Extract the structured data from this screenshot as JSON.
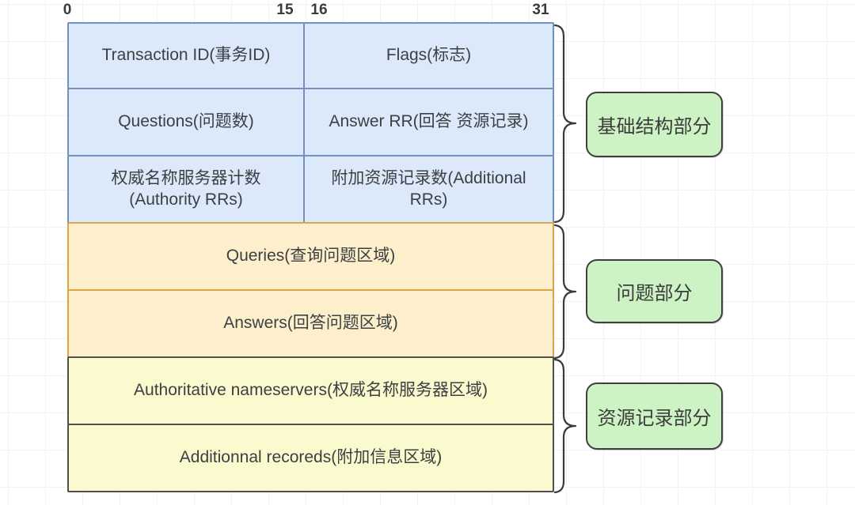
{
  "diagram": {
    "title_semantic": "DNS message structure diagram",
    "bit_labels": [
      "0",
      "15",
      "16",
      "31"
    ],
    "rows": [
      {
        "cells": [
          "Transaction ID(事务ID)",
          "Flags(标志)"
        ]
      },
      {
        "cells": [
          "Questions(问题数)",
          "Answer RR(回答 资源记录)"
        ]
      },
      {
        "cells": [
          "权威名称服务器计数 (Authority RRs)",
          "附加资源记录数(Additional RRs)"
        ]
      },
      {
        "cells": [
          "Queries(查询问题区域)"
        ]
      },
      {
        "cells": [
          "Answers(回答问题区域)"
        ]
      },
      {
        "cells": [
          "Authoritative nameservers(权威名称服务器区域)"
        ]
      },
      {
        "cells": [
          "Additionnal recoreds(附加信息区域)"
        ]
      }
    ],
    "sections": [
      {
        "id": "base",
        "label": "基础结构部分",
        "rows": [
          0,
          1,
          2
        ]
      },
      {
        "id": "question",
        "label": "问题部分",
        "rows": [
          3,
          4
        ]
      },
      {
        "id": "resource",
        "label": "资源记录部分",
        "rows": [
          5,
          6
        ]
      }
    ]
  },
  "colors": {
    "base_fill": "#dbe9fb",
    "base_border": "#7191bf",
    "question_fill": "#feefcc",
    "question_border": "#d9a648",
    "resource_fill": "#fbf9ce",
    "resource_border": "#4f4f4f",
    "label_fill": "#cdf2c3",
    "label_border": "#3f3f3f",
    "text": "#3c4043",
    "grid_line": "#f1f2f4"
  }
}
